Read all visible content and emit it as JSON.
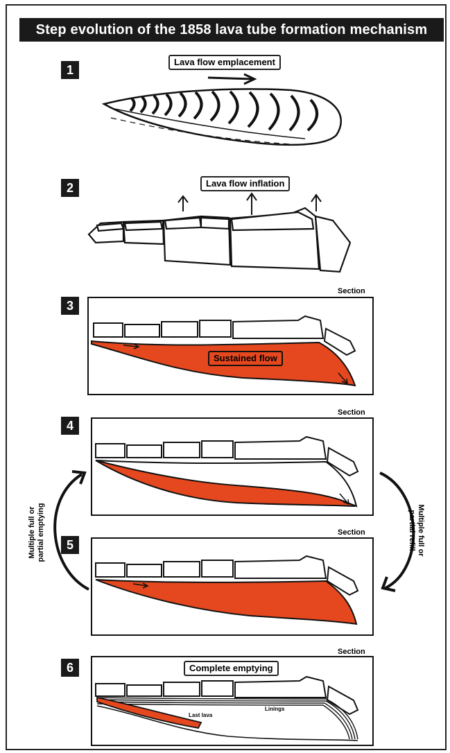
{
  "title": "Step evolution of the 1858 lava tube formation mechanism",
  "steps": [
    {
      "number": "1",
      "label": "Lava flow emplacement"
    },
    {
      "number": "2",
      "label": "Lava flow inflation"
    },
    {
      "number": "3",
      "section": "Section",
      "label": "Sustained flow"
    },
    {
      "number": "4",
      "section": "Section"
    },
    {
      "number": "5",
      "section": "Section"
    },
    {
      "number": "6",
      "section": "Section",
      "label": "Complete emptying",
      "annotations": [
        "Last lava",
        "Linings"
      ]
    }
  ],
  "cycle": {
    "left": "Multiple full or partial emptying",
    "right": "Multiple full or partial refill"
  },
  "colors": {
    "lava": "#E5481F",
    "ink": "#1a1a1a"
  }
}
